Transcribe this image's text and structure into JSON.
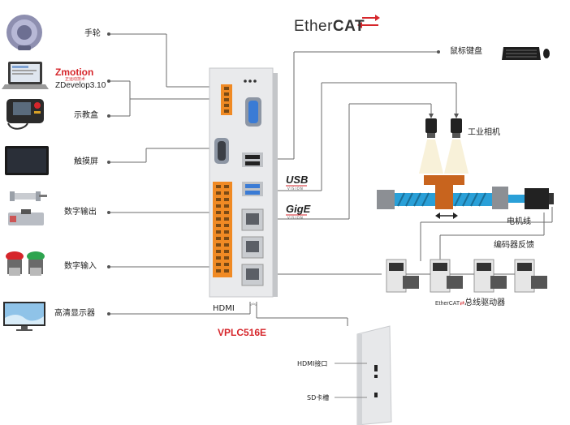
{
  "brand": {
    "ethercat_prefix": "Ether",
    "ethercat_bold": "CAT",
    "zmotion": "Zmotion",
    "zmotion_sub": "正运动技术",
    "zdevelop": "ZDevelop3.10",
    "usb": "USB",
    "gige": "GigE",
    "vision_sub": "VISION"
  },
  "left_labels": {
    "handwheel": "手轮",
    "teach_box": "示教盒",
    "touch_screen": "触摸屏",
    "digital_output": "数字输出",
    "digital_input": "数字输入",
    "hd_display": "高清显示器"
  },
  "right_labels": {
    "mouse_keyboard": "鼠标键盘",
    "industrial_camera": "工业相机",
    "motor_cable": "电机线",
    "encoder_feedback": "编码器反馈",
    "bus_drive_suffix": "总线驱动器",
    "bus_drive_prefix": "EtherCAT"
  },
  "controller": {
    "hdmi": "HDMI",
    "model": "VPLC516E",
    "side_hdmi_port": "HDMI接口",
    "side_sd_slot": "SD卡槽"
  },
  "colors": {
    "accent_red": "#d6262b",
    "line_gray": "#6b6b6b",
    "conveyor_blue": "#2aa0d8",
    "gantry_orange": "#c8641e",
    "terminal_orange": "#f08a24",
    "port_blue": "#3a7bd5"
  }
}
